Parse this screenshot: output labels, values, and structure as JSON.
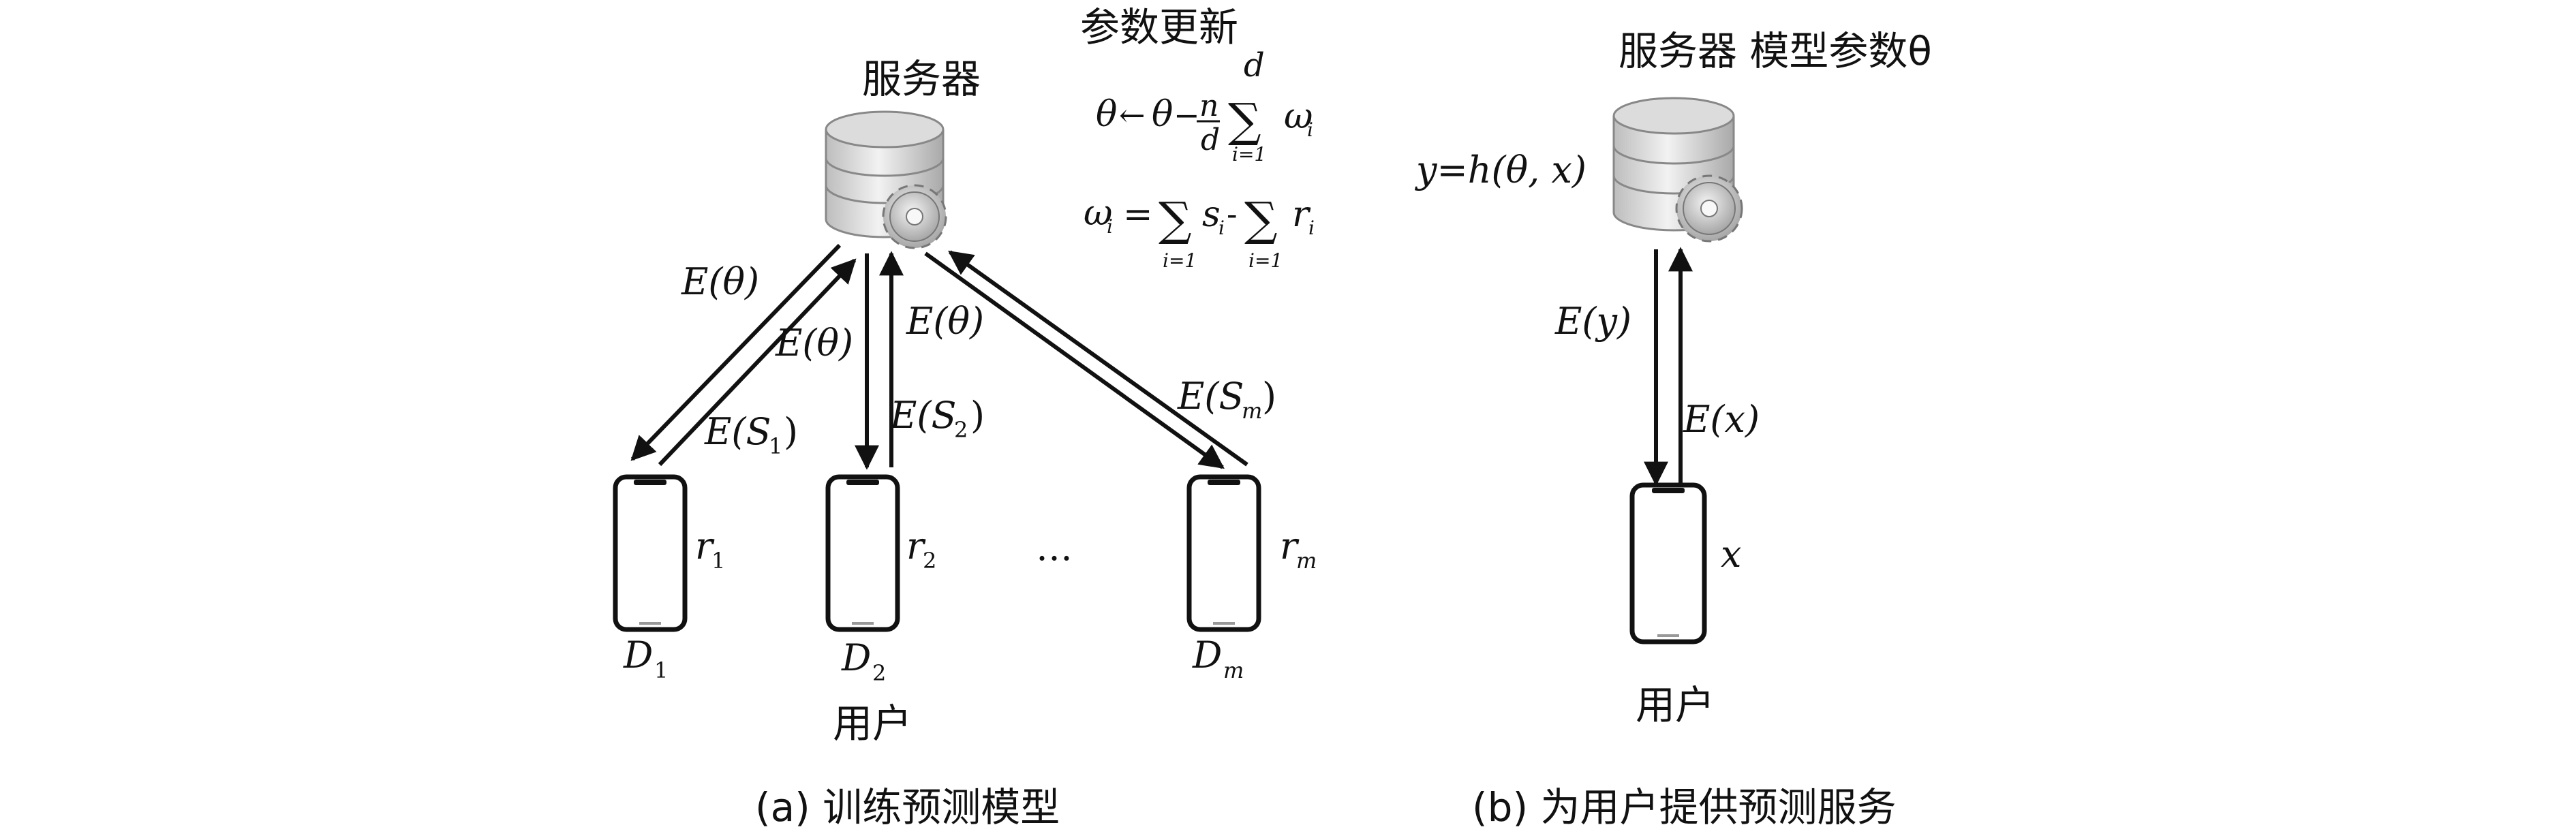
{
  "panel_a": {
    "server_label": "服务器",
    "update_title": "参数更新",
    "formula_theta_lhs": "θ",
    "formula_arrow": "←",
    "formula_theta_rhs": "θ",
    "formula_minus": "−",
    "formula_n": "n",
    "formula_d": "d",
    "formula_sum_top": "d",
    "formula_sum_sign": "∑",
    "formula_sum_bottom": "i=1",
    "formula_omega_i": "ω",
    "formula_sub_i": "i",
    "formula_w_lhs": "ω",
    "formula_w_eq": "=",
    "formula_sum1_bottom": "i=1",
    "formula_s": "s",
    "formula_dash": "-",
    "formula_sum2_bottom": "i=1",
    "formula_r": "r",
    "arrow_labels": {
      "e_theta_1": "E(θ)",
      "e_theta_2": "E(θ)",
      "e_theta_3": "E(θ)",
      "e_s1": "E(S",
      "e_s1_sub": "1",
      "e_s2": "E(S",
      "e_s2_sub": "2",
      "e_sm": "E(S",
      "e_sm_sub": "m",
      "close_paren": ")"
    },
    "devices": [
      {
        "r": "r",
        "r_sub": "1",
        "d": "D",
        "d_sub": "1"
      },
      {
        "r": "r",
        "r_sub": "2",
        "d": "D",
        "d_sub": "2"
      },
      {
        "r": "r",
        "r_sub": "m",
        "d": "D",
        "d_sub": "m"
      }
    ],
    "ellipsis": "…",
    "user_label": "用户",
    "caption": "(a) 训练预测模型"
  },
  "panel_b": {
    "server_label": "服务器 模型参数θ",
    "formula_y": "y=h(θ, x)",
    "e_y": "E(y)",
    "e_x": "E(x)",
    "device_x": "x",
    "user_label": "用户",
    "caption": "(b) 为用户提供预测服务"
  }
}
